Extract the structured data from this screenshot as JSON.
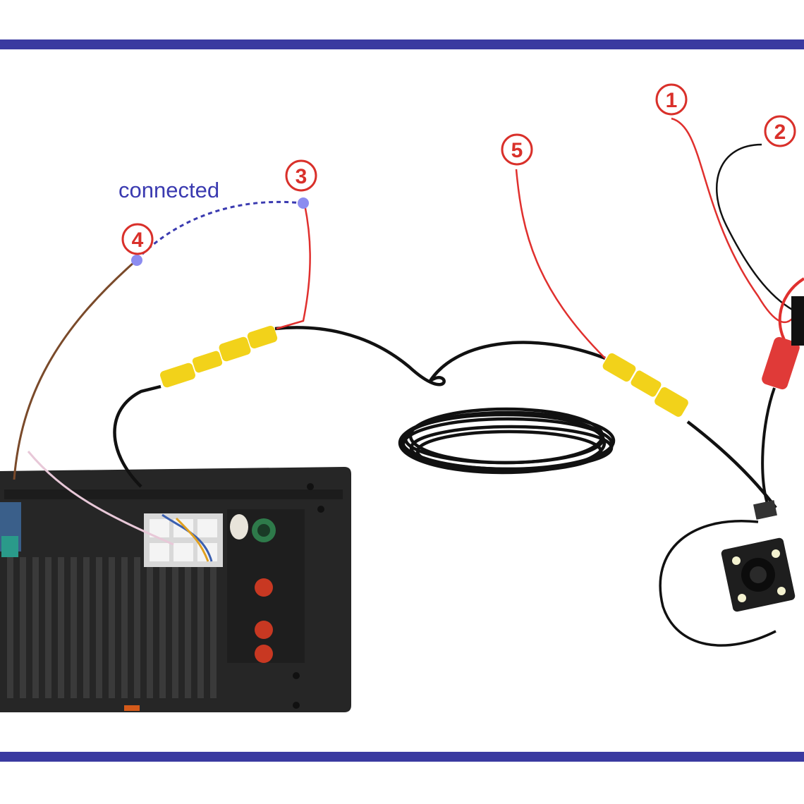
{
  "colors": {
    "rule": "#3a3aa0",
    "marker": "#d9302a",
    "caption": "#3a3ab0",
    "dot": "#8c8cf0",
    "rca_yellow": "#f2d21a",
    "cable": "#111111",
    "red_wire": "#e0302e",
    "brown_wire": "#7a4a2a",
    "unit_body": "#2a2a2a"
  },
  "caption": {
    "connected": "connected"
  },
  "markers": [
    {
      "label": "1"
    },
    {
      "label": "2"
    },
    {
      "label": "3"
    },
    {
      "label": "4"
    },
    {
      "label": "5"
    }
  ]
}
